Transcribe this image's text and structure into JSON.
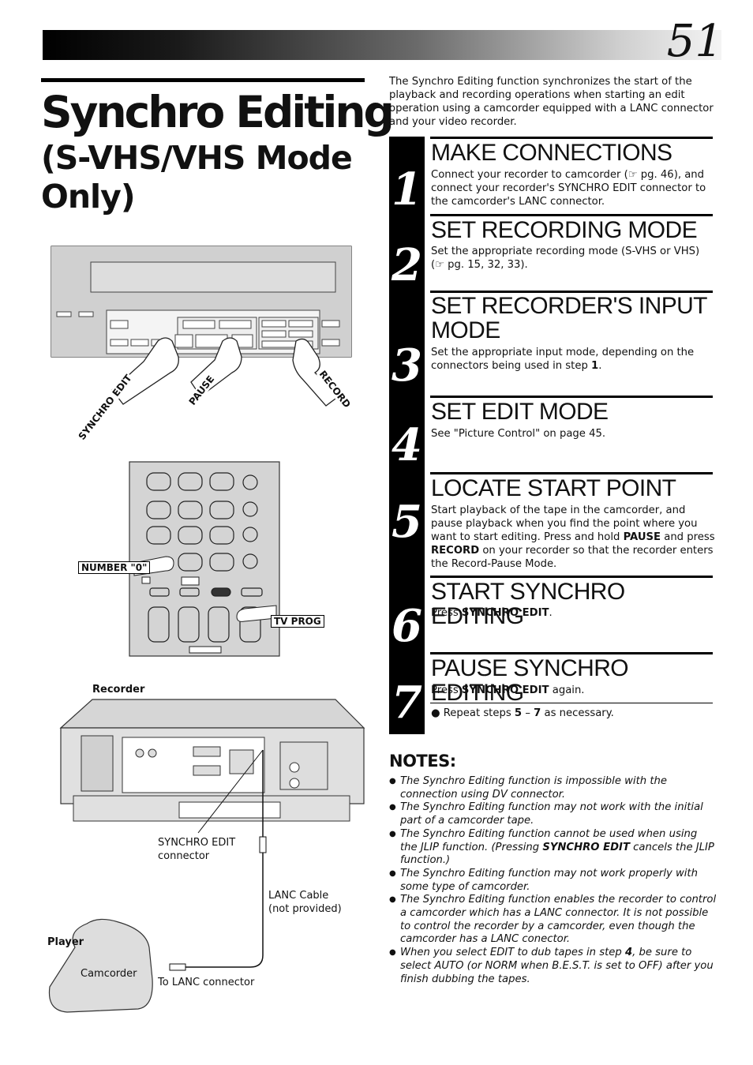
{
  "page_number": "51",
  "title": {
    "main": "Synchro Editing",
    "sub": "(S-VHS/VHS Mode Only)"
  },
  "intro": "The Synchro Editing function synchronizes the start of the playback and recording operations when starting an edit operation using a camcorder equipped with a LANC connector and your video recorder.",
  "steps": [
    {
      "num": "1",
      "heading": "MAKE CONNECTIONS",
      "body": "Connect your recorder to camcorder (☞ pg. 46), and connect your recorder's SYNCHRO EDIT connector to the camcorder's LANC connector."
    },
    {
      "num": "2",
      "heading": "SET RECORDING MODE",
      "body": "Set the appropriate recording mode (S-VHS or VHS) (☞ pg. 15, 32, 33)."
    },
    {
      "num": "3",
      "heading": "SET RECORDER'S INPUT MODE",
      "body": "Set the appropriate input mode, depending on the connectors being used in step",
      "body_bold": "1",
      "body_end": "."
    },
    {
      "num": "4",
      "heading": "SET EDIT MODE",
      "body": "See \"Picture Control\" on page 45."
    },
    {
      "num": "5",
      "heading": "LOCATE START POINT",
      "body_parts": [
        "Start playback of the tape in the camcorder, and pause playback when you find the point where you want to start editing. Press and hold ",
        "PAUSE",
        " and press ",
        "RECORD",
        " on your recorder so that the recorder enters the Record-Pause Mode."
      ]
    },
    {
      "num": "6",
      "heading": "START SYNCHRO EDITING",
      "body": "Press",
      "body_bold": "SYNCHRO EDIT",
      "body_end": "."
    },
    {
      "num": "7",
      "heading": "PAUSE SYNCHRO EDITING",
      "body": "Press",
      "body_bold": "SYNCHRO EDIT",
      "body_end": "again."
    }
  ],
  "repeat_note": {
    "pre": "Repeat steps",
    "a": "5",
    "dash": "–",
    "b": "7",
    "post": "as necessary."
  },
  "notes_title": "NOTES:",
  "notes": [
    {
      "text": "The Synchro Editing function is impossible with the connection using DV connector."
    },
    {
      "text": "The Synchro Editing function may not work with the initial part of a camcorder tape."
    },
    {
      "pre": "The Synchro Editing function cannot be used when using the JLIP function.  (Pressing ",
      "bold": "SYNCHRO EDIT",
      "post": " cancels the JLIP function.)"
    },
    {
      "text": "The Synchro Editing function may not work properly with some type of camcorder."
    },
    {
      "text": "The Synchro Editing function enables the recorder to control a camcorder which has a LANC connector. It is not possible to control the recorder by a camcorder, even though the camcorder has a LANC conector."
    },
    {
      "pre": "When you select EDIT to dub tapes in step ",
      "bold": "4",
      "post": ", be sure to select AUTO (or NORM when B.E.S.T. is set to OFF) after you finish dubbing the tapes."
    }
  ],
  "illustration_labels": {
    "synchro_edit": "SYNCHRO EDIT",
    "pause": "PAUSE",
    "record": "RECORD",
    "number_0": "NUMBER \"0\"",
    "tv_prog": "TV PROG",
    "recorder": "Recorder",
    "synchro_edit_connector": "SYNCHRO EDIT connector",
    "lanc_cable": "LANC Cable (not provided)",
    "player": "Player",
    "camcorder": "Camcorder",
    "to_lanc": "To LANC connector"
  }
}
